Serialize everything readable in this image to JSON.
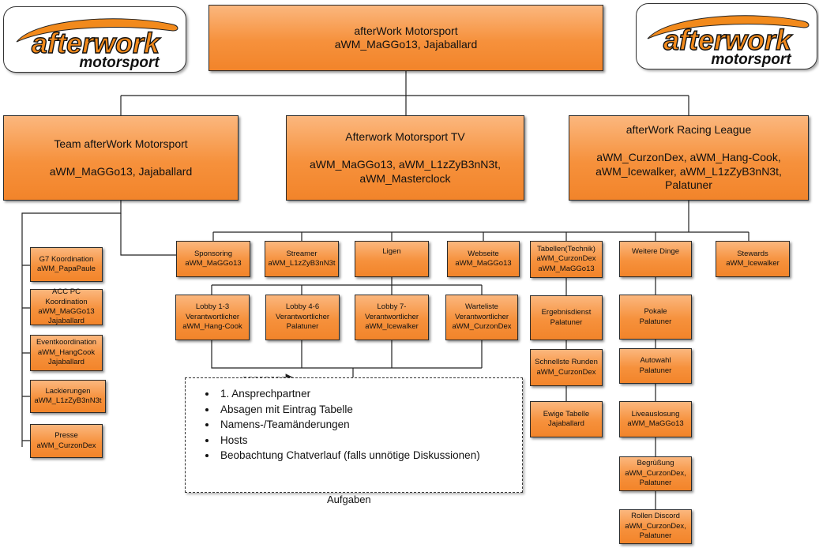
{
  "logo": {
    "line1": "afterwork",
    "line2": "motorsport"
  },
  "root": {
    "name": "afterWork Motorsport",
    "members": "aWM_MaGGo13, Jajaballard"
  },
  "divisions": [
    {
      "name": "Team afterWork Motorsport",
      "members": "aWM_MaGGo13, Jajaballard"
    },
    {
      "name": "Afterwork Motorsport TV",
      "members": "aWM_MaGGo13, aWM_L1zZyB3nN3t,\naWM_Masterclock"
    },
    {
      "name": "afterWork Racing League",
      "members": "aWM_CurzonDex, aWM_Hang-Cook,\naWM_Icewalker,  aWM_L1zZyB3nN3t,\nPalatuner"
    }
  ],
  "team_roles": [
    {
      "name": "G7 Koordination",
      "members": "aWM_PapaPaule"
    },
    {
      "name": "ACC PC Koordination",
      "members": "aWM_MaGGo13\nJajaballard"
    },
    {
      "name": "Eventkoordination",
      "members": "aWM_HangCook\nJajaballard"
    },
    {
      "name": "Lackierungen",
      "members": "aWM_L1zZyB3nN3t"
    },
    {
      "name": "Presse",
      "members": "aWM_CurzonDex"
    }
  ],
  "league_roles": [
    {
      "name": "Sponsoring",
      "members": "aWM_MaGGo13"
    },
    {
      "name": "Streamer",
      "members": "aWM_L1zZyB3nN3t"
    },
    {
      "name": "Ligen",
      "members": ""
    },
    {
      "name": "Webseite",
      "members": "aWM_MaGGo13"
    },
    {
      "name": "Tabellen(Technik)",
      "members": "aWM_CurzonDex\naWM_MaGGo13"
    },
    {
      "name": "Weitere Dinge",
      "members": ""
    },
    {
      "name": "Stewards",
      "members": "aWM_Icewalker"
    }
  ],
  "lobbies": [
    {
      "name": "Lobby 1-3",
      "members": "Verantwortlicher\naWM_Hang-Cook"
    },
    {
      "name": "Lobby 4-6",
      "members": "Verantwortlicher\nPalatuner"
    },
    {
      "name": "Lobby 7-",
      "members": "Verantwortlicher\naWM_Icewalker"
    },
    {
      "name": "Warteliste",
      "members": "Verantwortlicher\naWM_CurzonDex"
    }
  ],
  "tabellen_sub": [
    {
      "name": "Ergebnisdienst",
      "members": "Palatuner"
    },
    {
      "name": "Schnellste Runden",
      "members": "aWM_CurzonDex"
    },
    {
      "name": "Ewige Tabelle",
      "members": "Jajaballard"
    }
  ],
  "weitere_sub": [
    {
      "name": "Pokale",
      "members": "Palatuner"
    },
    {
      "name": "Autowahl",
      "members": "Palatuner"
    },
    {
      "name": "Liveauslosung",
      "members": "aWM_MaGGo13"
    },
    {
      "name": "Begrüßung",
      "members": "aWM_CurzonDex,\nPalatuner"
    },
    {
      "name": "Rollen Discord",
      "members": "aWM_CurzonDex,\nPalatuner"
    }
  ],
  "tasks": {
    "items": [
      "1. Ansprechpartner",
      "Absagen mit Eintrag Tabelle",
      "Namens-/Teamänderungen",
      "Hosts",
      "Beobachtung Chatverlauf (falls unnötige Diskussionen)"
    ],
    "caption": "Aufgaben"
  }
}
